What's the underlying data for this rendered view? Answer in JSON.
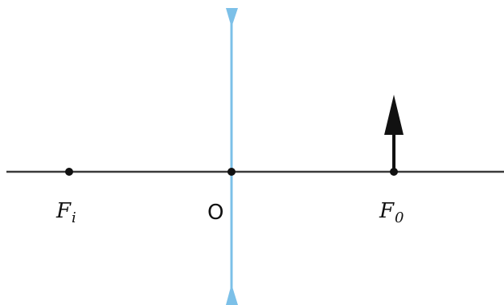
{
  "diagram": {
    "labels": {
      "image_focus_main": "F",
      "image_focus_sub": "i",
      "optical_center": "O",
      "object_focus_main": "F",
      "object_focus_sub": "0"
    },
    "colors": {
      "lens": "#7cc0e8",
      "axis": "#3a3a3a",
      "point": "#111111",
      "object_arrow": "#111111",
      "background": "#ffffff"
    },
    "lens_type": "diverging"
  }
}
